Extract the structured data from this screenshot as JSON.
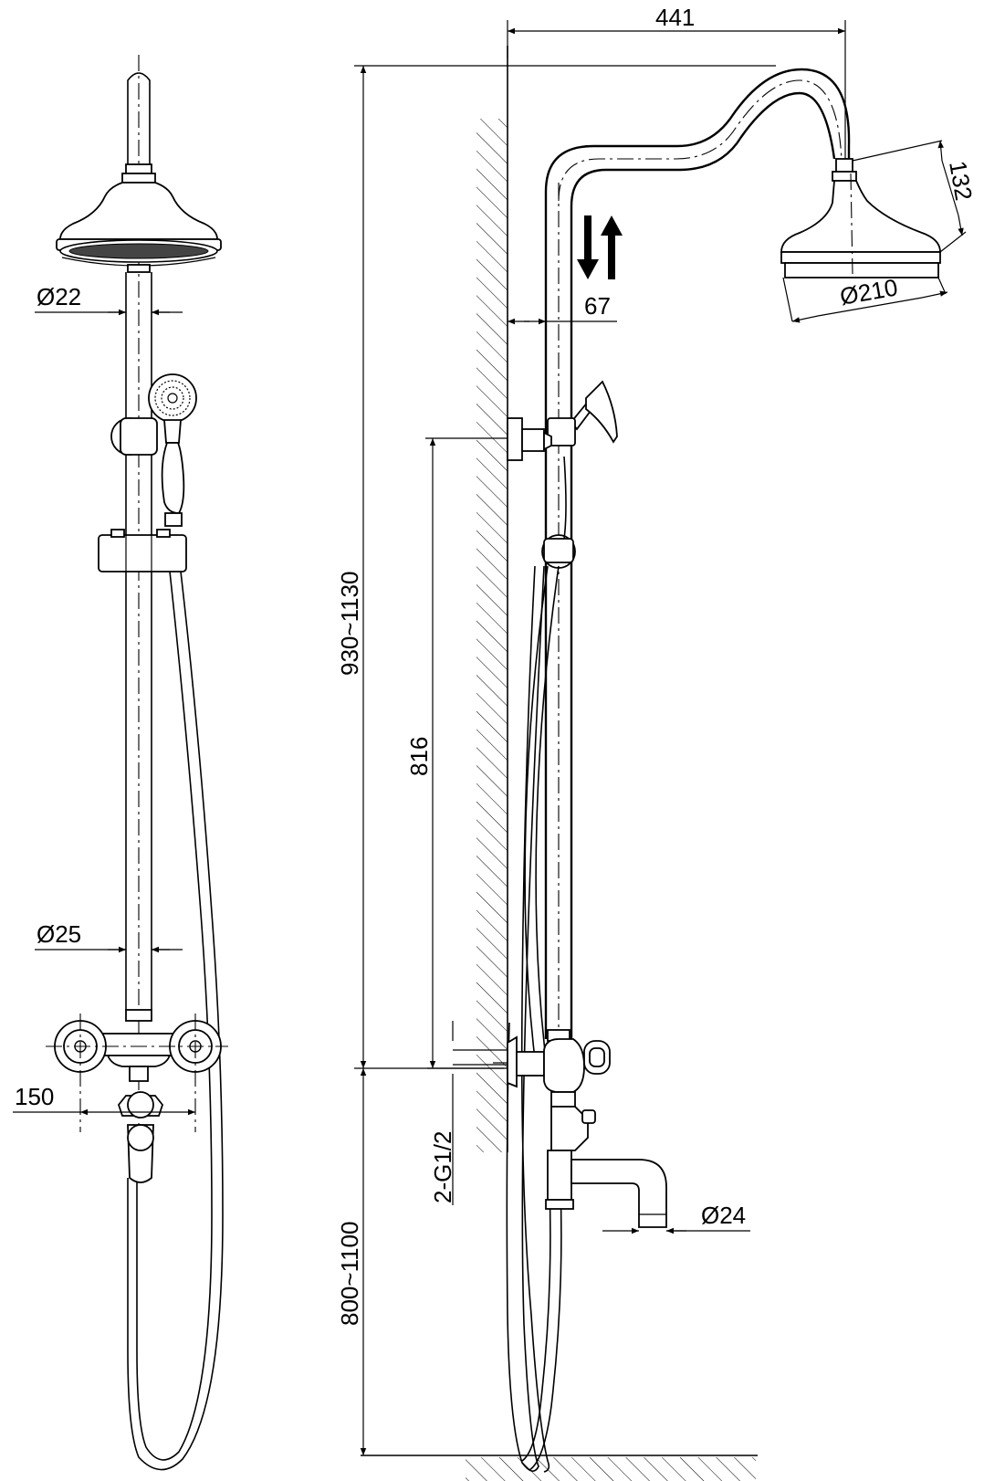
{
  "front_view": {
    "rod_diameter_label": "Ø22",
    "pipe_diameter_label": "Ø25",
    "inlet_spacing_label": "150"
  },
  "side_view": {
    "overhang_label": "441",
    "head_height_label": "132",
    "head_diameter_label": "Ø210",
    "wall_offset_label": "67",
    "total_height_label": "930~1130",
    "slide_range_label": "816",
    "inlet_thread_label": "2-G1/2",
    "spout_diameter_label": "Ø24",
    "mounting_height_label": "800~1100"
  }
}
